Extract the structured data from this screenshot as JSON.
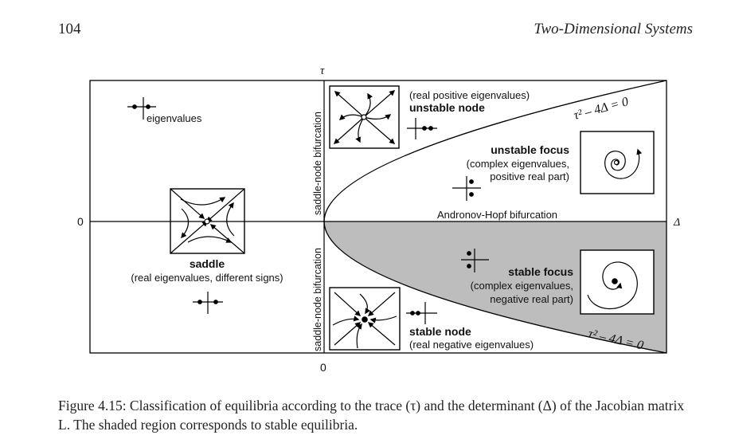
{
  "header": {
    "page_number": "104",
    "running_head": "Two-Dimensional Systems"
  },
  "figure": {
    "axis_labels": {
      "tau": "τ",
      "delta": "Δ",
      "zero_left": "0",
      "zero_bottom": "0"
    },
    "bifurcations": {
      "saddle_node_upper": "saddle-node bifurcation",
      "saddle_node_lower": "saddle-node bifurcation",
      "andronov_hopf": "Andronov-Hopf bifurcation"
    },
    "curve_labels": {
      "upper": "τ² – 4Δ = 0",
      "lower": "τ² – 4Δ = 0"
    },
    "legend": {
      "eigenvalues": "eigenvalues"
    },
    "regions": {
      "saddle": {
        "title": "saddle",
        "subtitle": "(real eigenvalues, different signs)"
      },
      "unstable_node": {
        "title": "unstable node",
        "subtitle": "(real positive eigenvalues)"
      },
      "unstable_focus": {
        "title": "unstable focus",
        "line1": "(complex eigenvalues,",
        "line2": "positive real part)"
      },
      "stable_focus": {
        "title": "stable focus",
        "line1": "(complex eigenvalues,",
        "line2": "negative real part)"
      },
      "stable_node": {
        "title": "stable node",
        "subtitle": "(real negative eigenvalues)"
      }
    },
    "shading_color": "#bdbdbd"
  },
  "caption": {
    "text": "Figure 4.15: Classification of equilibria according to the trace (τ) and the determinant (Δ) of the Jacobian matrix L. The shaded region corresponds to stable equilibria."
  }
}
